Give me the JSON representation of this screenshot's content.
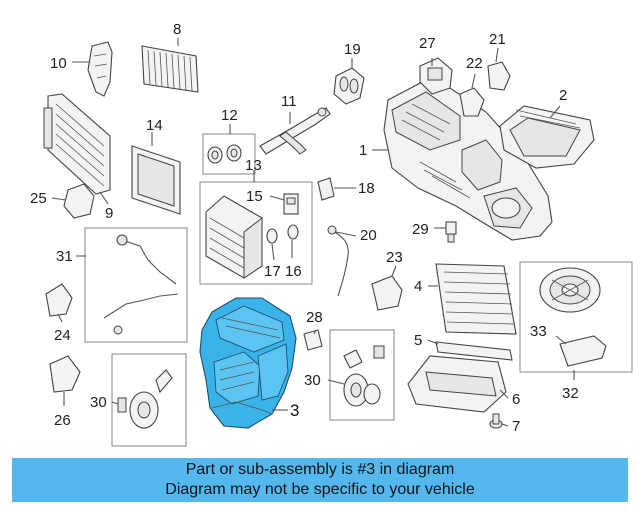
{
  "callouts": {
    "n1": "1",
    "n2": "2",
    "n3": "3",
    "n4": "4",
    "n5": "5",
    "n6": "6",
    "n7": "7",
    "n8": "8",
    "n9": "9",
    "n10": "10",
    "n11": "11",
    "n12": "12",
    "n13": "13",
    "n14": "14",
    "n15": "15",
    "n16": "16",
    "n17": "17",
    "n18": "18",
    "n19": "19",
    "n20": "20",
    "n21": "21",
    "n22": "22",
    "n23": "23",
    "n24": "24",
    "n25": "25",
    "n26": "26",
    "n27": "27",
    "n28": "28",
    "n29": "29",
    "n30a": "30",
    "n30b": "30",
    "n31": "31",
    "n32": "32",
    "n33": "33"
  },
  "highlight_color": "#3ab3ea",
  "banner": {
    "line1": "Part or sub-assembly is #3 in diagram",
    "line2": "Diagram may not be specific to your vehicle",
    "color": "#54b8ef"
  }
}
